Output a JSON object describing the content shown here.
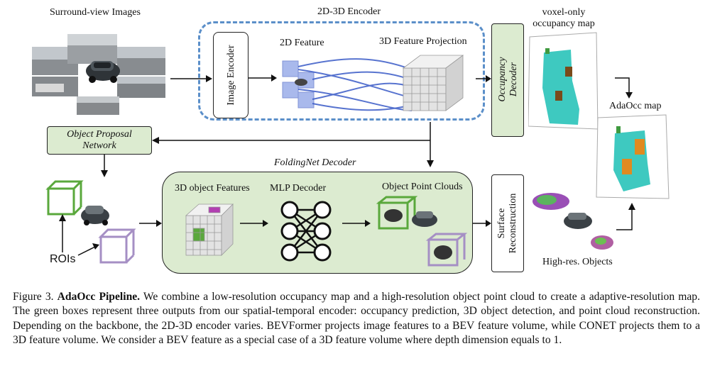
{
  "labels": {
    "surround_view": "Surround-view Images",
    "encoder_title": "2D-3D Encoder",
    "image_encoder": "Image Encoder",
    "feature_2d": "2D Feature",
    "feature_projection": "3D Feature Projection",
    "occupancy_decoder_line1": "Occupancy",
    "occupancy_decoder_line2": "Decoder",
    "voxel_only_line1": "voxel-only",
    "voxel_only_line2": "occupancy map",
    "adaocc_map": "AdaOcc map",
    "proposal_line1": "Object Proposal",
    "proposal_line2": "Network",
    "foldingnet": "FoldingNet Decoder",
    "object_features": "3D object Features",
    "mlp_decoder": "MLP Decoder",
    "point_clouds": "Object Point Clouds",
    "surface_line1": "Surface",
    "surface_line2": "Reconstruction",
    "rois": "ROIs",
    "high_res": "High-res. Objects"
  },
  "caption": {
    "figure_label": "Figure 3.",
    "title": "AdaOcc Pipeline.",
    "body": " We combine a low-resolution occupancy map and a high-resolution object point cloud to create a adaptive-resolution map. The green boxes represent three outputs from our spatial-temporal encoder: occupancy prediction, 3D object detection, and point cloud reconstruction. Depending on the backbone, the 2D-3D encoder varies. BEVFormer projects image features to a BEV feature volume, while CONET projects them to a 3D feature volume. We consider a BEV feature as a special case of a 3D feature volume where depth dimension equals to 1."
  },
  "colors": {
    "green_box": "#dcebd0",
    "dashed_border": "#5b8fc9",
    "roi_green": "#5aa83c",
    "roi_purple": "#a58fc4",
    "occupancy_teal": "#3ec9c0",
    "feature_blue": "#a9b9ec",
    "voxel_gray": "#c9c9c9"
  }
}
